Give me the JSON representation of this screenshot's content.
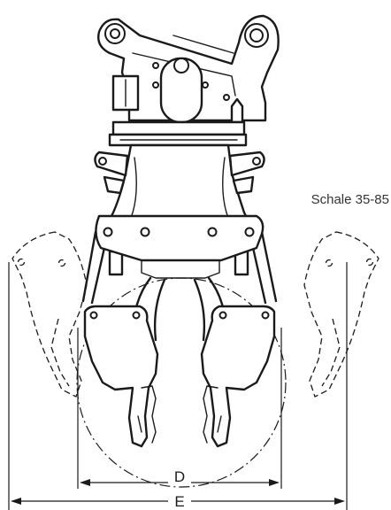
{
  "diagram": {
    "model_label": "Schale 35-85",
    "dimension_d": "D",
    "dimension_e": "E"
  },
  "colors": {
    "ink": "#1a1a1a",
    "label": "#333333",
    "background": "#ffffff"
  }
}
